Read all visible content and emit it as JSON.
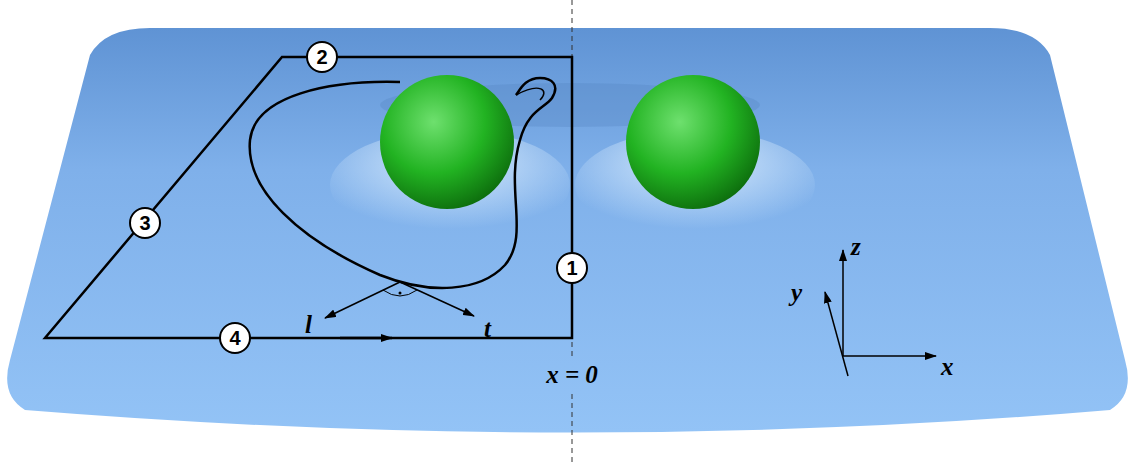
{
  "diagram": {
    "nodes": [
      {
        "text": [
          "2"
        ]
      },
      {
        "text": [
          "3"
        ]
      },
      {
        "text": [
          "1"
        ]
      },
      {
        "text": [
          "4"
        ]
      }
    ],
    "labels": [
      "l",
      "t",
      "y",
      "z",
      "x",
      "x = 0"
    ]
  }
}
